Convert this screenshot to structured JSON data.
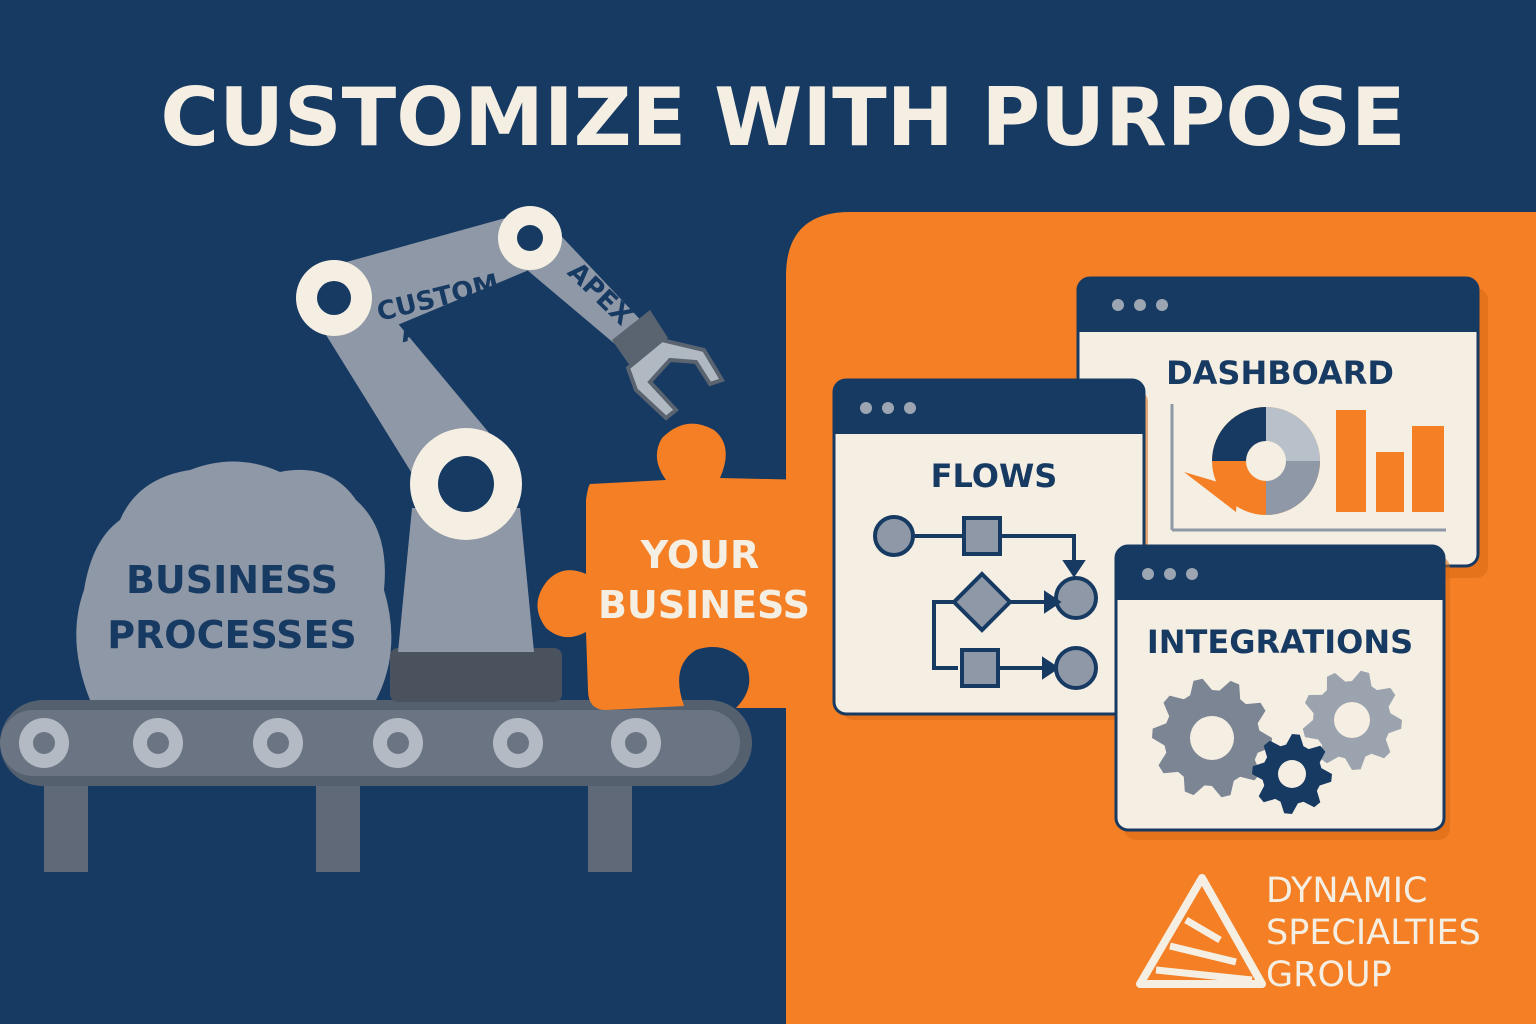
{
  "title": "CUSTOMIZE WITH PURPOSE",
  "colors": {
    "navy": "#173a63",
    "orange": "#f47f24",
    "cream": "#f5efe3",
    "gray": "#8f98a6",
    "dark_gray": "#5a6370",
    "navy_text": "#173a63"
  },
  "rock": {
    "line1": "BUSINESS",
    "line2": "PROCESSES"
  },
  "robot_arm": {
    "label_upper_line1": "CUSTOM",
    "label_upper_line2": "APEX",
    "label_forearm": "APEX"
  },
  "puzzle_piece": {
    "line1": "YOUR",
    "line2": "BUSINESS"
  },
  "windows": {
    "flows": {
      "title": "FLOWS"
    },
    "dashboard": {
      "title": "DASHBOARD"
    },
    "integrations": {
      "title": "INTEGRATIONS"
    }
  },
  "logo": {
    "line1": "DYNAMIC",
    "line2": "SPECIALTIES",
    "line3": "GROUP"
  }
}
